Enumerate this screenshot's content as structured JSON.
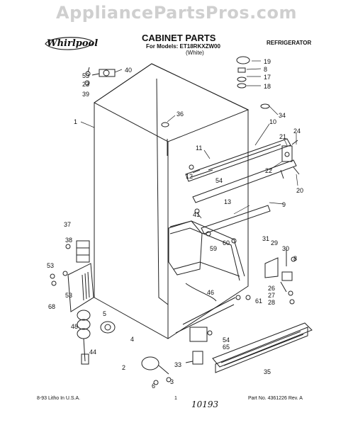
{
  "watermark": "AppliancePartsPros.com",
  "brand": "Whirlpool",
  "title": "CABINET PARTS",
  "models_line": "For Models: ET18RKXZW00",
  "color_note": "(White)",
  "appliance": "REFRIGERATOR",
  "footer": {
    "left": "8-93 Litho In U.S.A.",
    "center": "1",
    "right": "Part No. 4361226 Rev. A",
    "handwritten": "10193"
  },
  "callouts": [
    "40",
    "53",
    "23",
    "39",
    "19",
    "8",
    "17",
    "18",
    "1",
    "36",
    "34",
    "10",
    "21",
    "24",
    "11",
    "22",
    "12",
    "54",
    "13",
    "20",
    "9",
    "41",
    "37",
    "38",
    "60",
    "59",
    "31",
    "29",
    "30",
    "8",
    "53",
    "53",
    "68",
    "46",
    "26",
    "27",
    "28",
    "61",
    "48",
    "5",
    "44",
    "4",
    "54",
    "65",
    "2",
    "33",
    "6",
    "3",
    "35"
  ]
}
